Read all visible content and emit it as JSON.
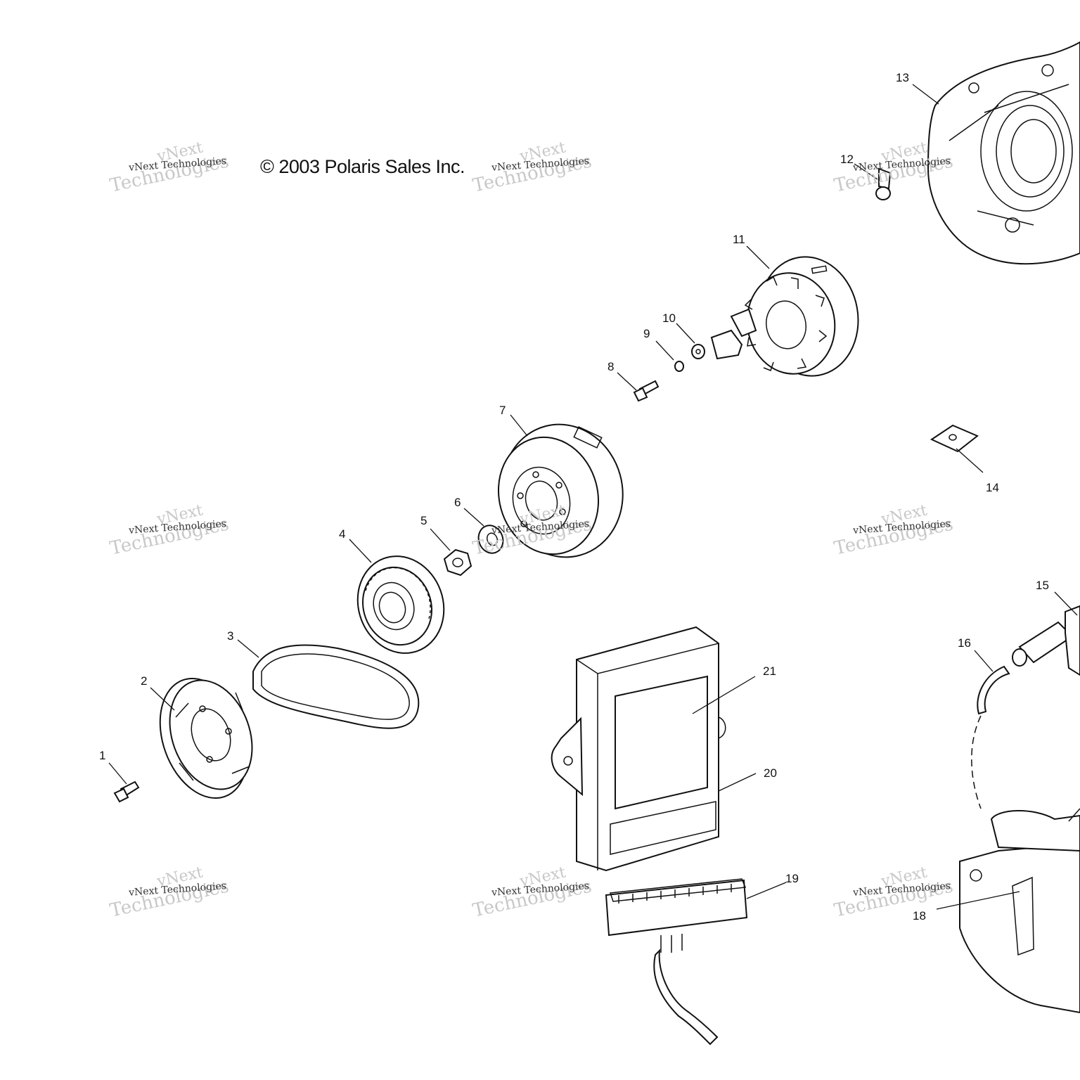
{
  "copyright": "© 2003 Polaris Sales Inc.",
  "watermark": {
    "line1": "vNext Technologies",
    "big1": "vNext",
    "big2": "Technologies"
  },
  "callouts": [
    "1",
    "2",
    "3",
    "4",
    "5",
    "6",
    "7",
    "8",
    "9",
    "10",
    "11",
    "12",
    "13",
    "14",
    "15",
    "16",
    "18",
    "19",
    "20",
    "21"
  ]
}
